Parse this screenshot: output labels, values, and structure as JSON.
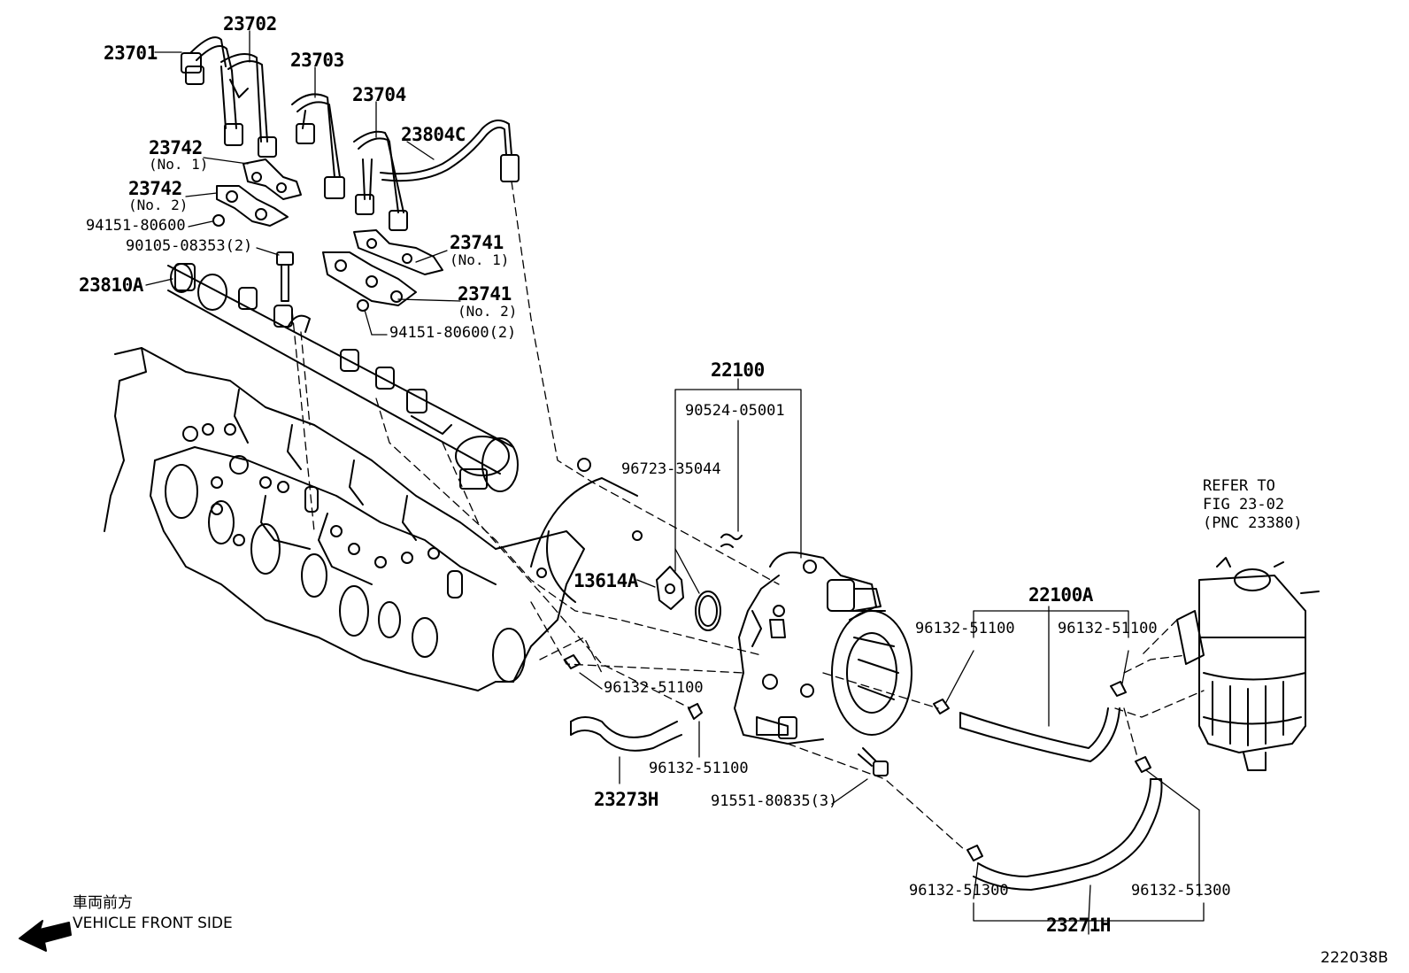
{
  "labels": {
    "p23701": "23701",
    "p23702": "23702",
    "p23703": "23703",
    "p23704": "23704",
    "p23804c": "23804C",
    "p23742_no1": "23742",
    "p23742_no1_sub": "(No. 1)",
    "p23742_no2": "23742",
    "p23742_no2_sub": "(No. 2)",
    "p94151_80600": "94151-80600",
    "p90105_08353": "90105-08353(2)",
    "p23810a": "23810A",
    "p23741_no1": "23741",
    "p23741_no1_sub": "(No. 1)",
    "p23741_no2": "23741",
    "p23741_no2_sub": "(No. 2)",
    "p94151_80600_2": "94151-80600(2)",
    "p22100": "22100",
    "p90524_05001": "90524-05001",
    "p96723_35044": "96723-35044",
    "p13614a": "13614A",
    "p22100a": "22100A",
    "p96132_51100_a": "96132-51100",
    "p96132_51100_b": "96132-51100",
    "p96132_51100_c": "96132-51100",
    "p96132_51100_d": "96132-51100",
    "p23273h": "23273H",
    "p91551_80835": "91551-80835(3)",
    "p96132_51300_a": "96132-51300",
    "p96132_51300_b": "96132-51300",
    "p23271h": "23271H",
    "refer_line1": "REFER TO",
    "refer_line2": "FIG 23-02",
    "refer_line3": "(PNC 23380)",
    "front_cn": "車両前方",
    "front_en": "VEHICLE FRONT SIDE",
    "fig_id": "222038B"
  }
}
